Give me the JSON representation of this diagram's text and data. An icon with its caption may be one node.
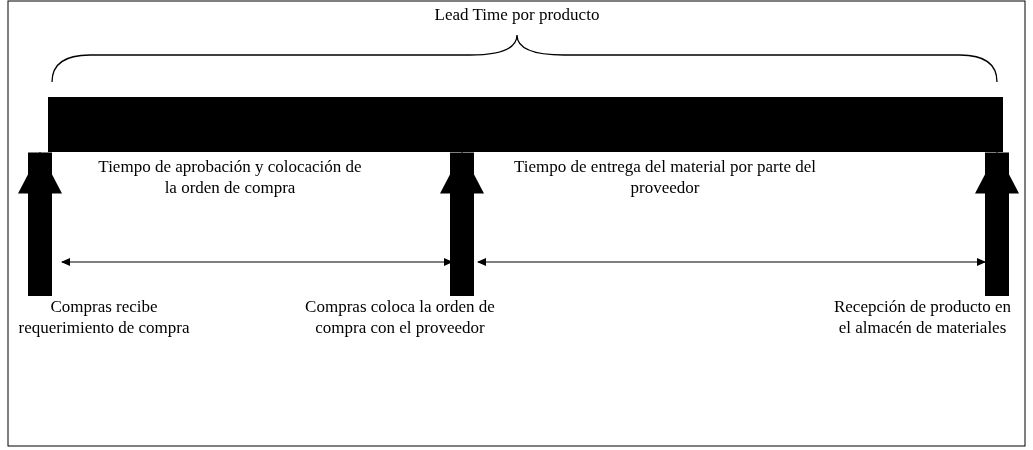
{
  "diagram": {
    "title": "Lead Time por producto",
    "nodes": [
      {
        "text": [],
        "shape": "bar"
      },
      {
        "text": [
          "Compras recibe requerimiento de compra"
        ]
      },
      {
        "text": [
          "Compras coloca la orden de compra con el proveedor"
        ]
      },
      {
        "text": [
          "Recepción de producto en el almacén de materiales"
        ]
      }
    ],
    "edges": [
      {
        "from": 1,
        "to": 0,
        "arrow": "to"
      },
      {
        "from": 2,
        "to": 0,
        "arrow": "to"
      },
      {
        "from": 3,
        "to": 0,
        "arrow": "to"
      }
    ],
    "labels": [
      "Tiempo de aprobación y colocación de la orden de compra",
      "Tiempo de entrega del material por parte del proveedor"
    ]
  }
}
